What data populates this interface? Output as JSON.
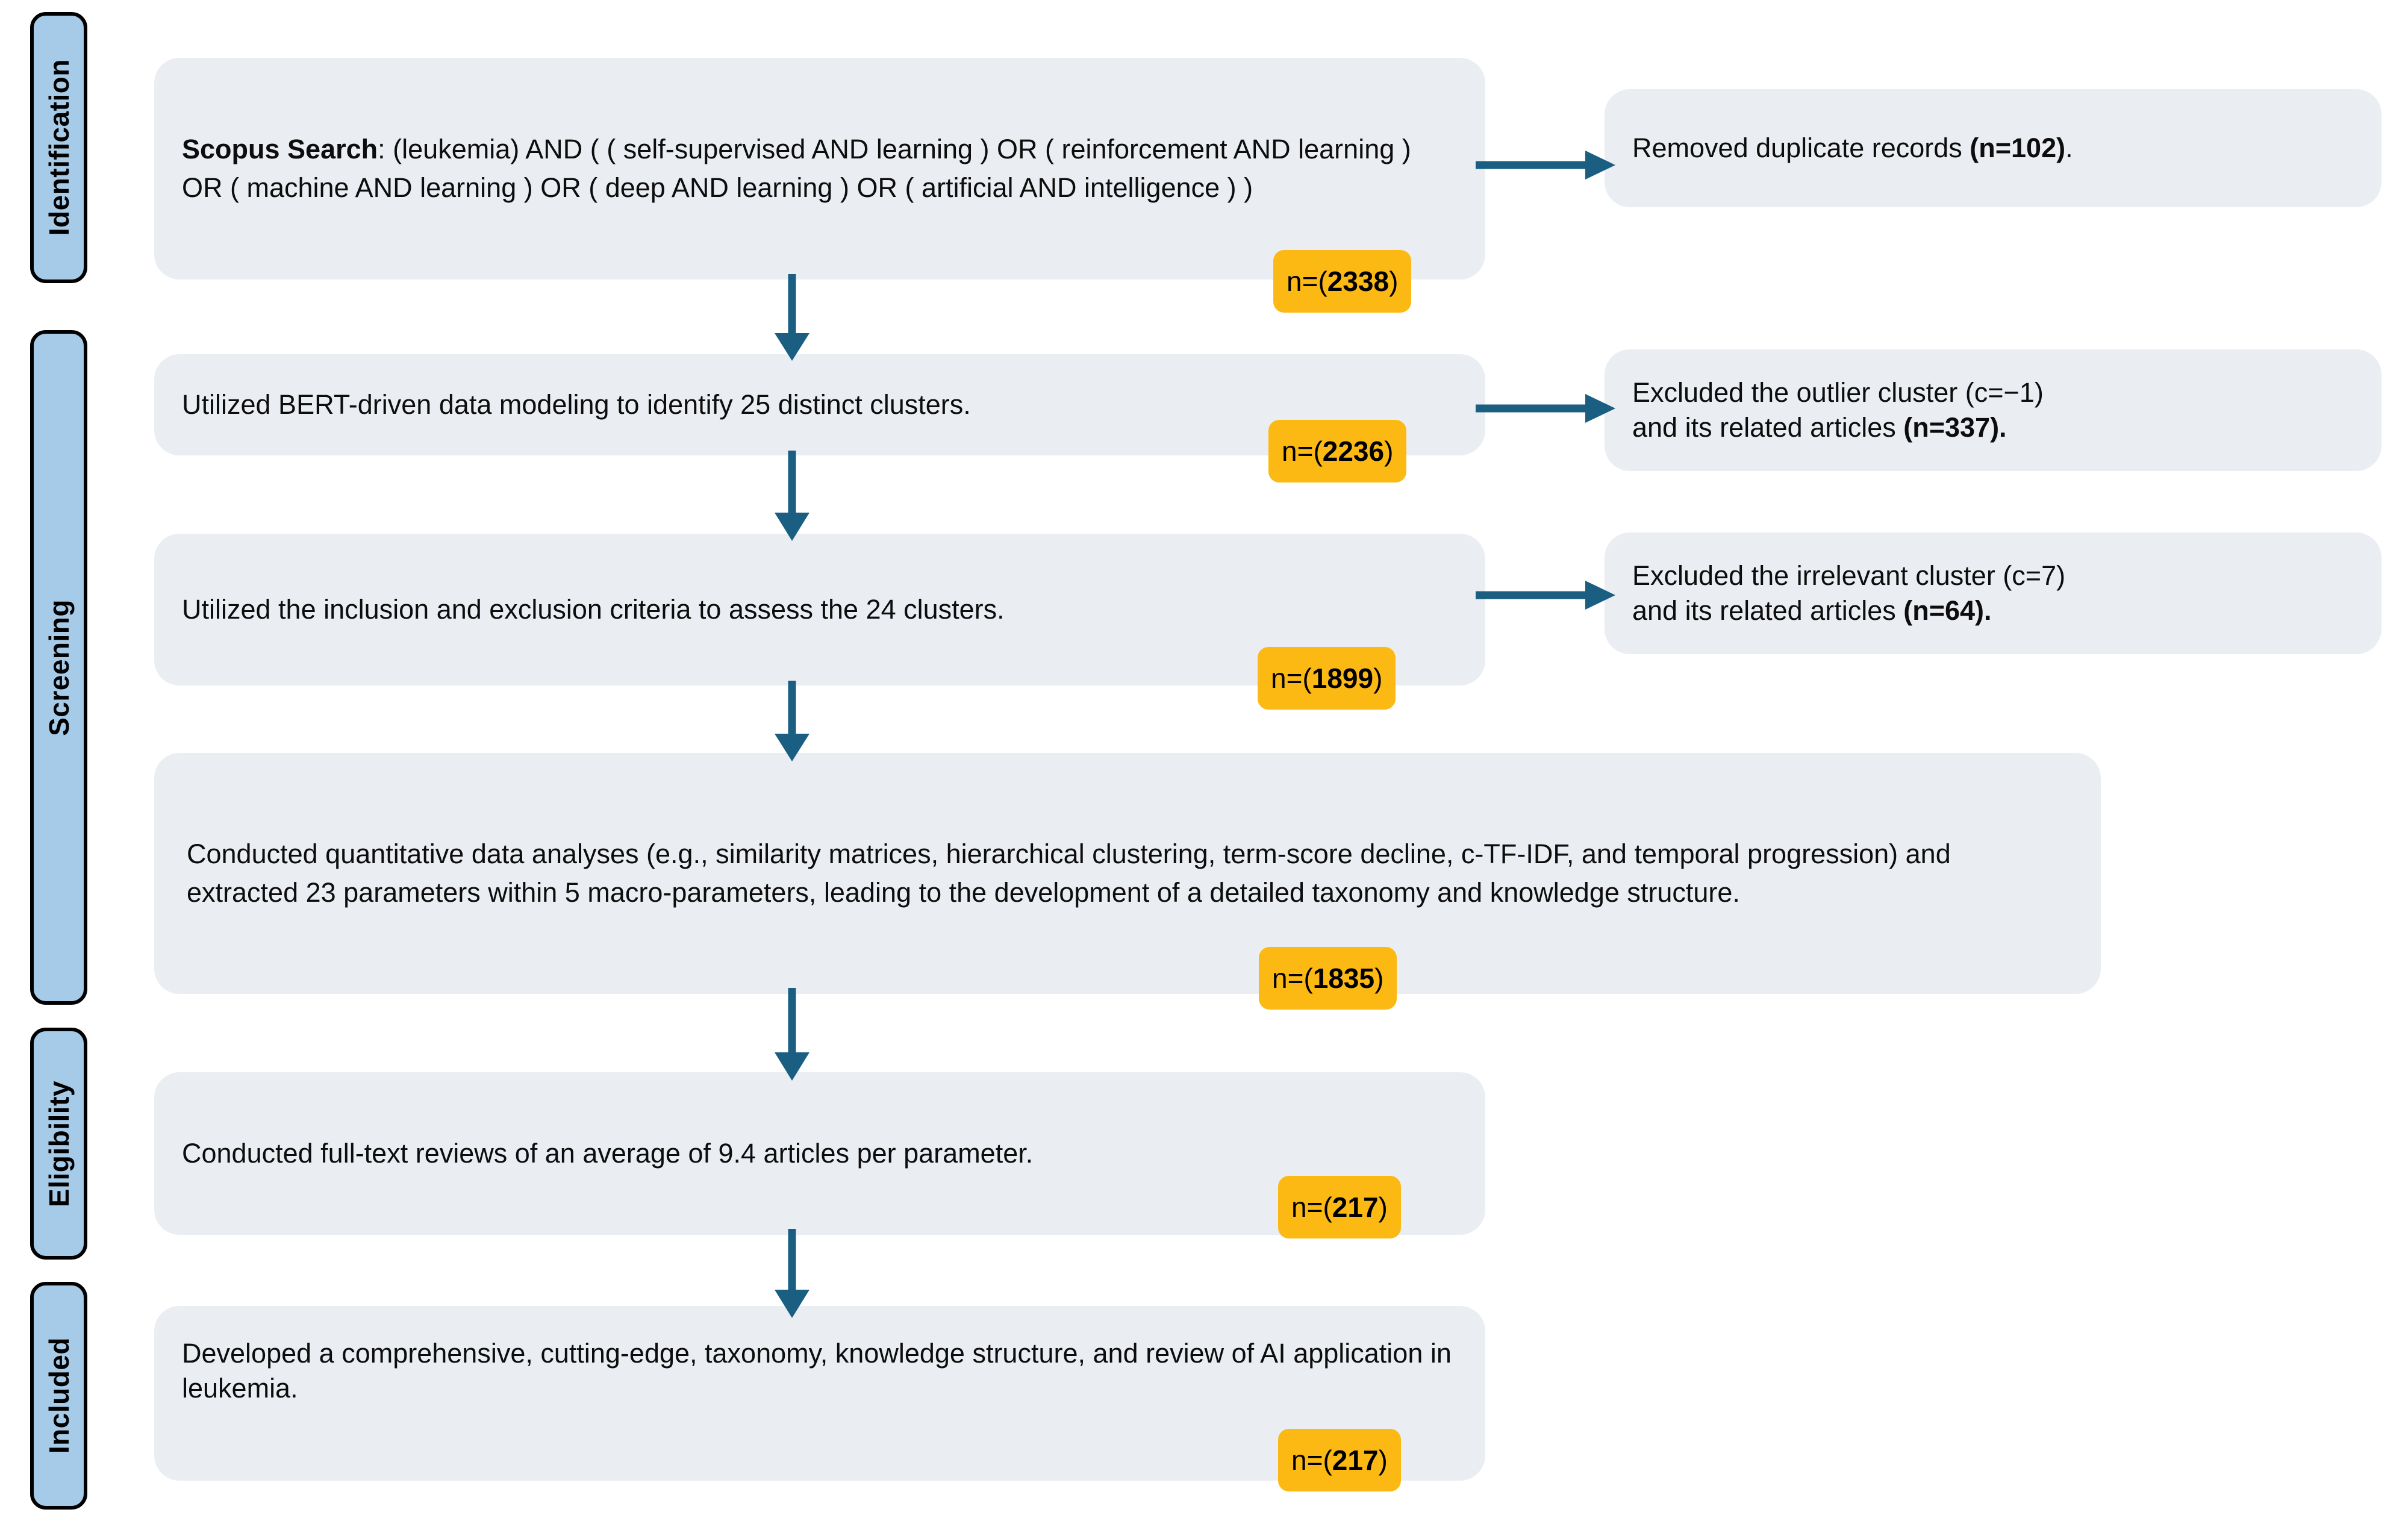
{
  "diagram": {
    "title": "PRISMA flow diagram of article identification, screening, eligibility and inclusion",
    "colors": {
      "stage_fill": "#a6cbe8",
      "stage_border": "#000000",
      "box_fill": "#eaedf2",
      "badge_fill": "#fcb913",
      "arrow": "#1a5f82",
      "text": "#0d0d0d",
      "background": "#ffffff"
    }
  },
  "stages": [
    {
      "label": "Identification"
    },
    {
      "label": "Screening"
    },
    {
      "label": "Eligibility"
    },
    {
      "label": "Included"
    }
  ],
  "steps": [
    {
      "id": "scopus-search",
      "bold_lead": "Scopus Search",
      "lead_separator": ":",
      "text": " (leukemia) AND ( ( self-supervised AND learning ) OR ( reinforcement AND learning ) OR ( machine AND learning ) OR ( deep AND learning ) OR ( artificial AND intelligence ) )",
      "badge_prefix": "n=(",
      "badge_value": "2338",
      "badge_suffix": ")"
    },
    {
      "id": "bert-clustering",
      "text": "Utilized BERT-driven data modeling to identify 25 distinct clusters.",
      "badge_prefix": "n=(",
      "badge_value": "2236",
      "badge_suffix": ")"
    },
    {
      "id": "inclusion-exclusion-criteria",
      "text": "Utilized the inclusion and exclusion criteria to assess the 24 clusters.",
      "badge_prefix": "n=(",
      "badge_value": "1899",
      "badge_suffix": ")"
    },
    {
      "id": "quantitative-analyses",
      "text": "Conducted quantitative data analyses (e.g., similarity matrices, hierarchical clustering, term-score decline, c-TF-IDF, and temporal progression) and extracted 23 parameters within 5 macro-parameters, leading to the development of a detailed taxonomy and knowledge structure.",
      "badge_prefix": "n=(",
      "badge_value": "1835",
      "badge_suffix": ")"
    },
    {
      "id": "full-text-reviews",
      "text": "Conducted full-text reviews of an average of 9.4 articles per parameter.",
      "badge_prefix": "n=(",
      "badge_value": "217",
      "badge_suffix": ")"
    },
    {
      "id": "final-taxonomy",
      "text": "Developed a comprehensive, cutting-edge, taxonomy, knowledge structure, and review of AI application in leukemia.",
      "badge_prefix": "n=(",
      "badge_value": "217",
      "badge_suffix": ")"
    }
  ],
  "exclusions": [
    {
      "id": "removed-duplicates",
      "line1_plain": "Removed duplicate records ",
      "line1_bold": "(n=102)",
      "line1_tail": ".",
      "line2_plain": "",
      "line2_bold": "",
      "line2_tail": ""
    },
    {
      "id": "excluded-outlier-cluster",
      "line1_plain": "Excluded the outlier cluster (c=−1)",
      "line1_bold": "",
      "line1_tail": "",
      "line2_plain": "and its related articles ",
      "line2_bold": "(n=337).",
      "line2_tail": ""
    },
    {
      "id": "excluded-irrelevant-cluster",
      "line1_plain": "Excluded the irrelevant cluster (c=7)",
      "line1_bold": "",
      "line1_tail": "",
      "line2_plain": "and its related articles ",
      "line2_bold": "(n=64).",
      "line2_tail": ""
    }
  ]
}
